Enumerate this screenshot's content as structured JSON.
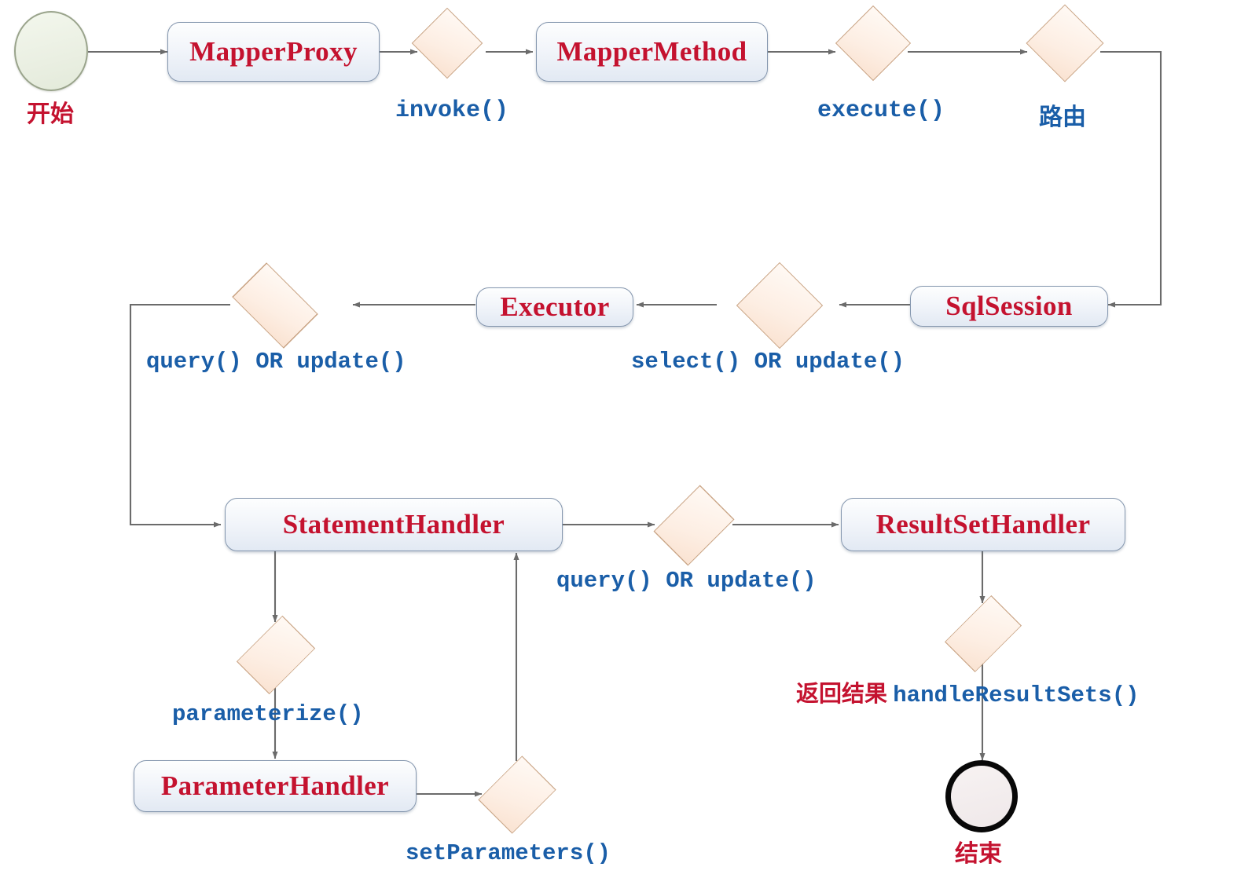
{
  "diagram": {
    "title": "MyBatis execution flow",
    "colors": {
      "node_text": "#c4122f",
      "node_fill": "#eef2f8",
      "node_border": "#8496ae",
      "diamond_fill": "#fdeee3",
      "diamond_border": "#c9a383",
      "label_blue": "#1a5ea8",
      "label_red": "#c4122f",
      "edge": "#6b6b6b",
      "start_fill": "#eef2e6",
      "end_border": "#080808"
    },
    "nodes": [
      {
        "id": "start",
        "type": "start-circle",
        "label": "开始"
      },
      {
        "id": "mapper-proxy",
        "type": "process-box",
        "label": "MapperProxy"
      },
      {
        "id": "mapper-method",
        "type": "process-box",
        "label": "MapperMethod"
      },
      {
        "id": "sql-session",
        "type": "process-box",
        "label": "SqlSession"
      },
      {
        "id": "executor",
        "type": "process-box",
        "label": "Executor"
      },
      {
        "id": "statement-handler",
        "type": "process-box",
        "label": "StatementHandler"
      },
      {
        "id": "parameter-handler",
        "type": "process-box",
        "label": "ParameterHandler"
      },
      {
        "id": "result-set-handler",
        "type": "process-box",
        "label": "ResultSetHandler"
      },
      {
        "id": "end",
        "type": "end-circle",
        "label": "结束"
      }
    ],
    "decisions": [
      {
        "id": "invoke",
        "label": "invoke()"
      },
      {
        "id": "execute",
        "label": "execute()"
      },
      {
        "id": "route",
        "label": "路由"
      },
      {
        "id": "select-or-update",
        "label": "select() OR update()"
      },
      {
        "id": "query-or-update",
        "label": "query() OR update()"
      },
      {
        "id": "query-or-update-2",
        "label": "query() OR update()"
      },
      {
        "id": "parameterize",
        "label": "parameterize()"
      },
      {
        "id": "set-parameters",
        "label": "setParameters()"
      },
      {
        "id": "handle-results",
        "label_zh": "返回结果",
        "label_en": "handleResultSets()"
      }
    ],
    "labels": {
      "start": "开始",
      "end": "结束",
      "invoke": "invoke()",
      "execute": "execute()",
      "route": "路由",
      "select_or_update": "select() OR update()",
      "query_or_update_left": "query() OR update()",
      "query_or_update_mid": "query() OR update()",
      "parameterize": "parameterize()",
      "set_parameters": "setParameters()",
      "return_result_zh": "返回结果",
      "handle_result_sets": "handleResultSets()"
    }
  }
}
